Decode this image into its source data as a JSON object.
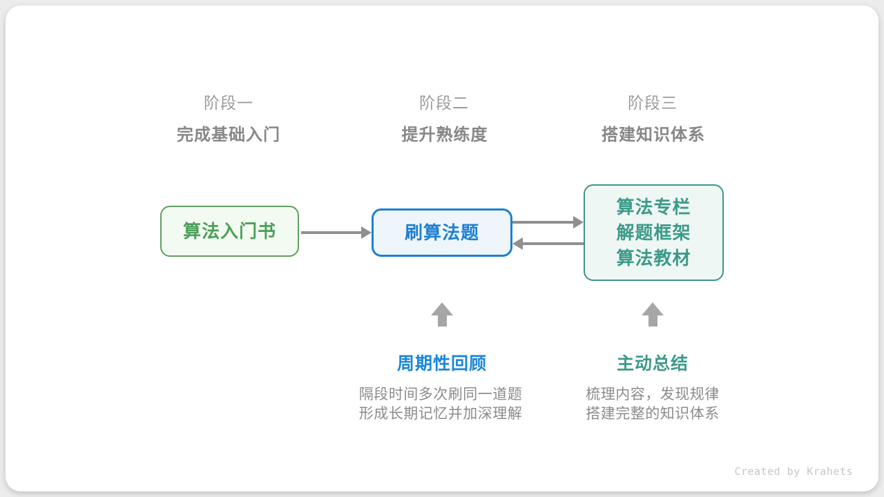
{
  "stages": [
    {
      "label": "阶段一",
      "subtitle": "完成基础入门"
    },
    {
      "label": "阶段二",
      "subtitle": "提升熟练度"
    },
    {
      "label": "阶段三",
      "subtitle": "搭建知识体系"
    }
  ],
  "nodes": [
    {
      "lines": [
        "算法入门书"
      ]
    },
    {
      "lines": [
        "刷算法题"
      ]
    },
    {
      "lines": [
        "算法专栏",
        "解题框架",
        "算法教材"
      ]
    }
  ],
  "annotations": [
    {
      "title": "周期性回顾",
      "desc_lines": [
        "隔段时间多次刷同一道题",
        "形成长期记忆并加深理解"
      ]
    },
    {
      "title": "主动总结",
      "desc_lines": [
        "梳理内容，发现规律",
        "搭建完整的知识体系"
      ]
    }
  ],
  "footer": {
    "credit": "Created by Krahets"
  },
  "colors": {
    "green": "#4ca05a",
    "blue": "#1e7fd1",
    "teal": "#3c9a89",
    "stage_label_gray": "#9b9b9b",
    "subtitle_gray": "#878787",
    "desc_gray": "#8b8b8b",
    "arrow_gray": "#8f8f8f",
    "up_arrow_gray": "#a6a6a6",
    "credit_gray": "#c6c6c6"
  }
}
